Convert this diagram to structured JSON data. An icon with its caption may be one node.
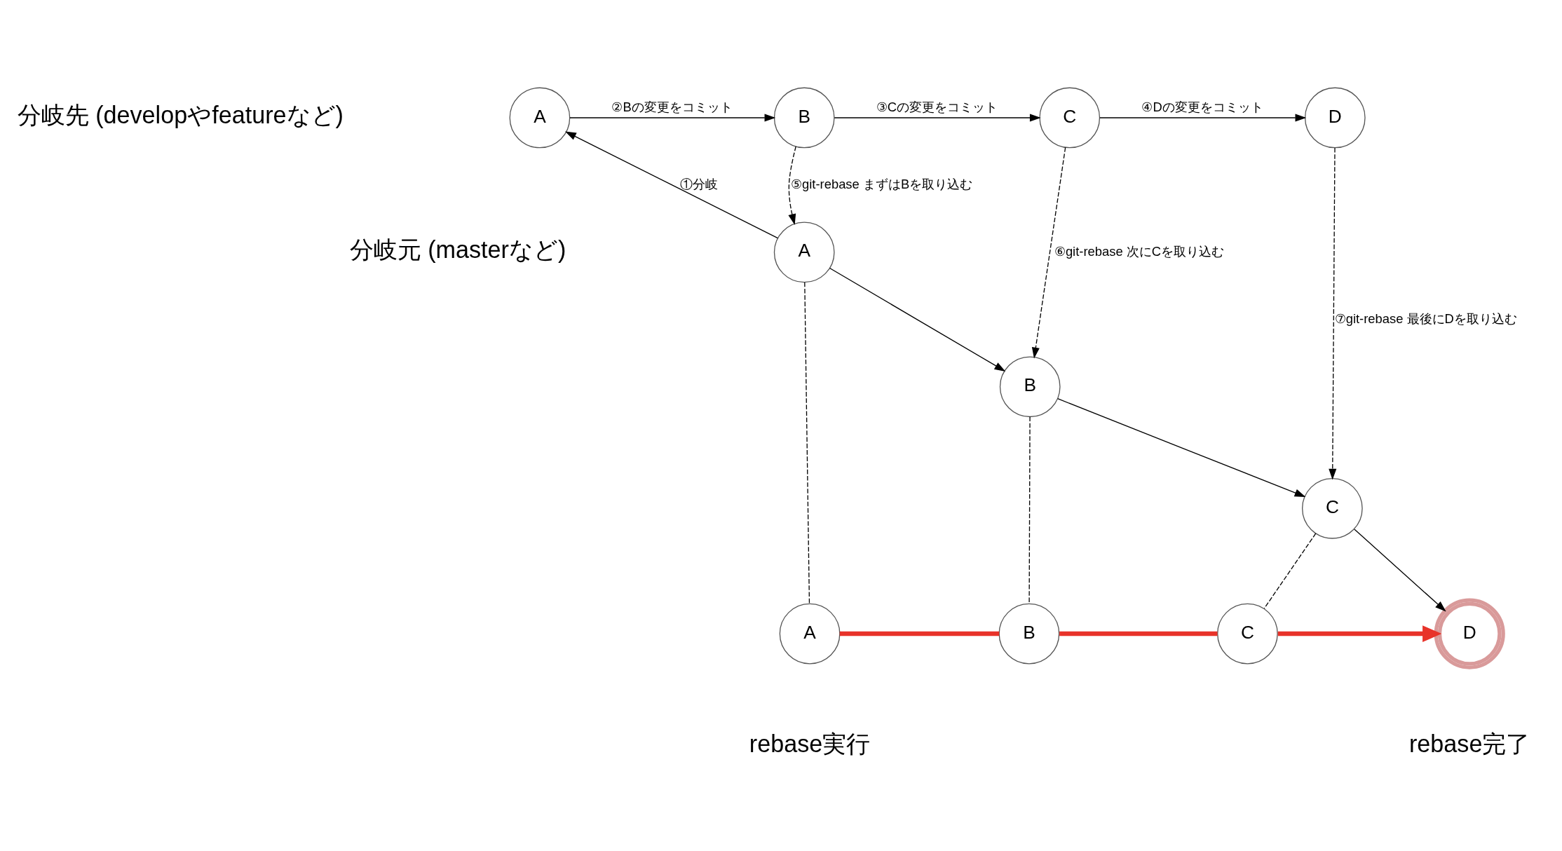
{
  "diagram": {
    "nodes": [
      {
        "text": [
          "A"
        ]
      },
      {
        "text": [
          "B"
        ]
      },
      {
        "text": [
          "C"
        ]
      },
      {
        "text": [
          "D"
        ]
      },
      {
        "text": [
          "A"
        ]
      },
      {
        "text": [
          "B"
        ]
      },
      {
        "text": [
          "C"
        ]
      },
      {
        "text": [
          "A"
        ]
      },
      {
        "text": [
          "B"
        ]
      },
      {
        "text": [
          "C"
        ]
      },
      {
        "text": [
          "D"
        ]
      }
    ],
    "edges": [
      {
        "from": 4,
        "to": 0,
        "arrow": "to",
        "label": "①分岐"
      },
      {
        "from": 0,
        "to": 1,
        "arrow": "to",
        "label": "②Bの変更をコミット"
      },
      {
        "from": 1,
        "to": 2,
        "arrow": "to",
        "label": "③Cの変更をコミット"
      },
      {
        "from": 2,
        "to": 3,
        "arrow": "to",
        "label": "④Dの変更をコミット"
      },
      {
        "from": 1,
        "to": 4,
        "arrow": "to",
        "label": "⑤git-rebase まずはBを取り込む",
        "style": "dashed"
      },
      {
        "from": 4,
        "to": 5,
        "arrow": "to"
      },
      {
        "from": 2,
        "to": 5,
        "arrow": "to",
        "label": "⑥git-rebase 次にCを取り込む",
        "style": "dashed"
      },
      {
        "from": 5,
        "to": 6,
        "arrow": "to"
      },
      {
        "from": 3,
        "to": 6,
        "arrow": "to",
        "label": "⑦git-rebase 最後にDを取り込む",
        "style": "dashed"
      },
      {
        "from": 6,
        "to": 10,
        "arrow": "to"
      },
      {
        "from": 4,
        "to": 7,
        "arrow": "none",
        "style": "dashed"
      },
      {
        "from": 5,
        "to": 8,
        "arrow": "none",
        "style": "dashed"
      },
      {
        "from": 6,
        "to": 9,
        "arrow": "none",
        "style": "dashed"
      },
      {
        "from": 7,
        "to": 8,
        "arrow": "none",
        "style": "thick",
        "color": "#e8332a"
      },
      {
        "from": 8,
        "to": 9,
        "arrow": "none",
        "style": "thick",
        "color": "#e8332a"
      },
      {
        "from": 9,
        "to": 10,
        "arrow": "to",
        "style": "thick",
        "color": "#e8332a"
      }
    ],
    "labels": [
      "分岐先 (developやfeatureなど)",
      "分岐元 (masterなど)",
      "rebase実行",
      "rebase完了"
    ]
  }
}
